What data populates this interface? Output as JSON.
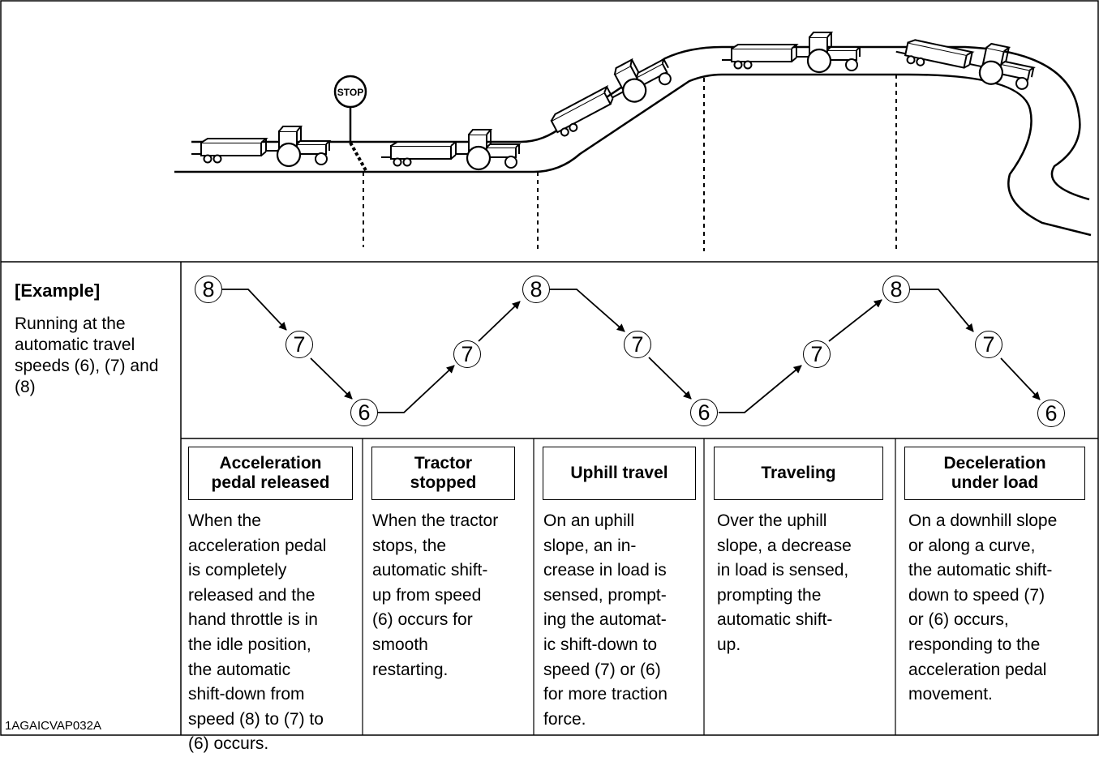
{
  "stop_sign": "STOP",
  "example": {
    "title": "[Example]",
    "description": "Running at the automatic travel speeds (6), (7) and (8)"
  },
  "code": "1AGAICVAP032A",
  "speeds": [
    "8",
    "7",
    "6",
    "7",
    "8",
    "7",
    "6",
    "7",
    "8",
    "7",
    "6"
  ],
  "phases": [
    {
      "title": "Acceleration\npedal released",
      "body": "When the\nacceleration pedal\nis completely\nreleased and the\nhand throttle is in\nthe idle position,\nthe automatic\nshift-down from\nspeed (8) to (7) to\n(6) occurs."
    },
    {
      "title": "Tractor\nstopped",
      "body": "When the tractor\nstops, the\nautomatic shift-\nup from speed\n(6) occurs for\nsmooth\nrestarting."
    },
    {
      "title": "Uphill travel",
      "body": "On an uphill\nslope, an in-\ncrease in load is\nsensed, prompt-\ning the automat-\nic shift-down to\nspeed (7) or (6)\nfor more traction\nforce."
    },
    {
      "title": "Traveling",
      "body": "Over the uphill\nslope, a decrease\nin load is sensed,\nprompting the\nautomatic shift-\nup."
    },
    {
      "title": "Deceleration\nunder load",
      "body": "On a downhill slope\nor along a curve,\nthe automatic shift-\ndown to speed (7)\nor (6) occurs,\nresponding to the\nacceleration pedal\nmovement."
    }
  ]
}
